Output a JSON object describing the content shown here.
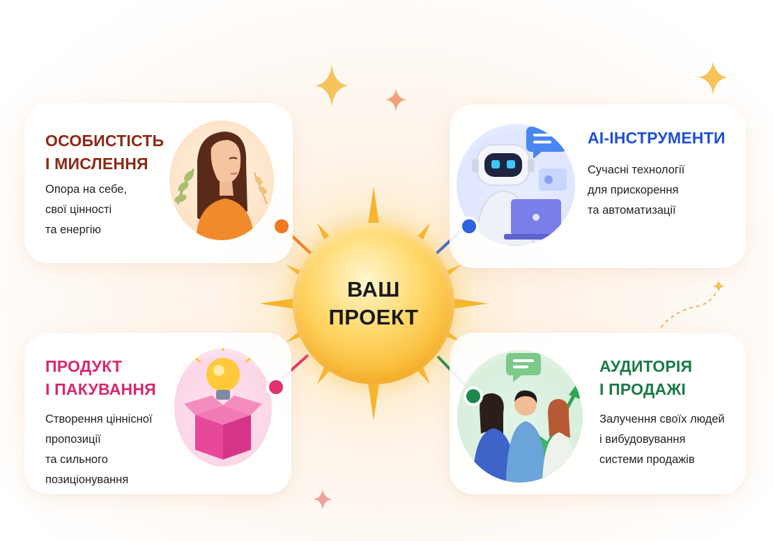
{
  "center": {
    "line1": "ВАШ",
    "line2": "ПРОЕКТ"
  },
  "cards": {
    "personality": {
      "title": [
        "ОСОБИСТІСТЬ",
        "І МИСЛЕННЯ"
      ],
      "desc": [
        "Опора на себе,",
        "свої цінності",
        "та енергію"
      ],
      "color": "#8b2a16"
    },
    "ai": {
      "title": [
        "AI-ІНСТРУМЕНТИ"
      ],
      "desc": [
        "Сучасні технології",
        "для прискорення",
        "та автоматизації"
      ],
      "color": "#1f4fd8"
    },
    "product": {
      "title": [
        "ПРОДУКТ",
        "І ПАКУВАННЯ"
      ],
      "desc": [
        "Створення ціннісної",
        "пропозиції",
        "та сильного",
        "позиціонування"
      ],
      "color": "#d62870"
    },
    "audience": {
      "title": [
        "АУДИТОРІЯ",
        "І ПРОДАЖІ"
      ],
      "desc": [
        "Залучення своїх людей",
        "і вибудовування",
        "системи продажів"
      ],
      "color": "#1a7a46"
    }
  },
  "icons": {
    "personality": "woman-portrait-icon",
    "ai": "robot-laptop-icon",
    "product": "lightbulb-gift-box-icon",
    "audience": "team-growth-chart-icon"
  },
  "accent": {
    "sun": "#f7b733",
    "connector_orange": "#f07a20",
    "connector_blue": "#2d63e0",
    "connector_pink": "#e0306e",
    "connector_green": "#1c8a50"
  }
}
